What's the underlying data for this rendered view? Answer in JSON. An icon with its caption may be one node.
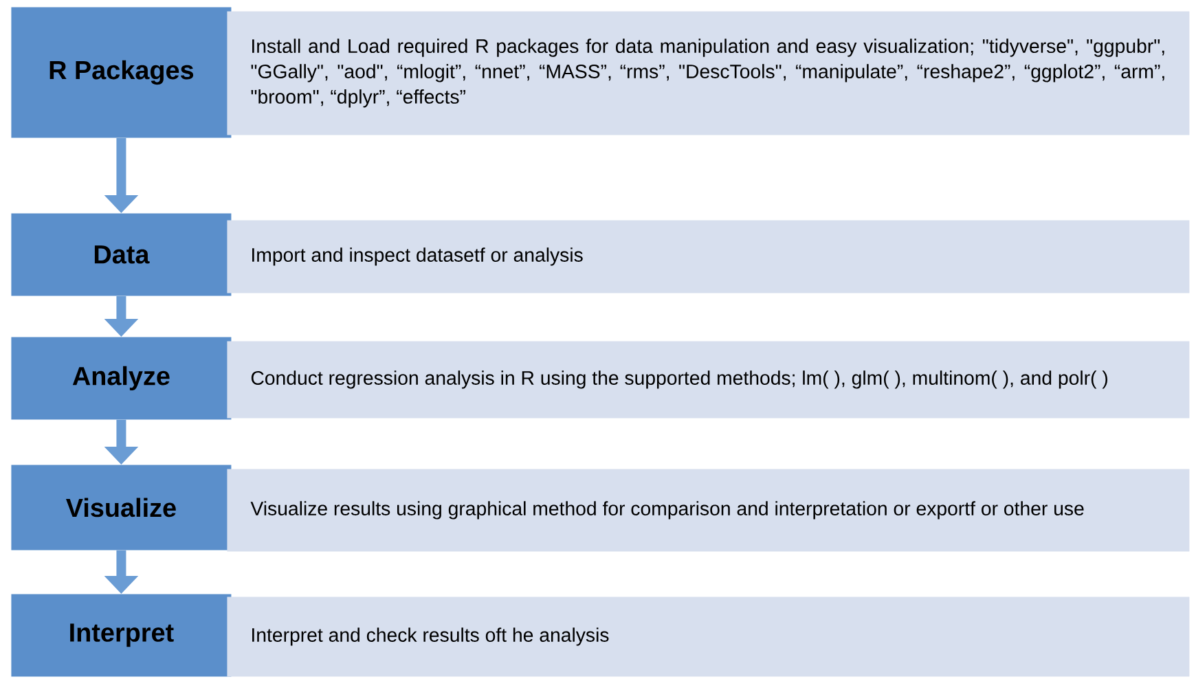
{
  "diagram": {
    "nodes": [
      {
        "text": [
          "R Packages"
        ]
      },
      {
        "text": [
          "Install and Load required R packages for data manipulation and easy visualization;  \"tidyverse\", \"ggpubr\", \"GGally\",  \"aod\", “mlogit”, “nnet”, “MASS”, “rms”, \"DescTools\", “manipulate”, “reshape2”, “ggplot2”, “arm”, \"broom\", “dplyr”, “effects”"
        ]
      },
      {
        "text": [
          "Data"
        ]
      },
      {
        "text": [
          "Import and inspect datasetf or analysis"
        ]
      },
      {
        "text": [
          "Analyze"
        ]
      },
      {
        "text": [
          "Conduct regression analysis in R using the supported methods; lm( ), glm( ), multinom( ), and polr( )"
        ]
      },
      {
        "text": [
          "Visualize"
        ]
      },
      {
        "text": [
          "Visualize results using graphical method for comparison and interpretation or exportf or other use"
        ]
      },
      {
        "text": [
          "Interpret"
        ]
      },
      {
        "text": [
          "Interpret and check results oft he analysis"
        ]
      }
    ],
    "edges": [
      {
        "from": 0,
        "to": 2,
        "arrow": "to"
      },
      {
        "from": 2,
        "to": 4,
        "arrow": "to"
      },
      {
        "from": 4,
        "to": 6,
        "arrow": "to"
      },
      {
        "from": 6,
        "to": 8,
        "arrow": "to"
      }
    ]
  }
}
